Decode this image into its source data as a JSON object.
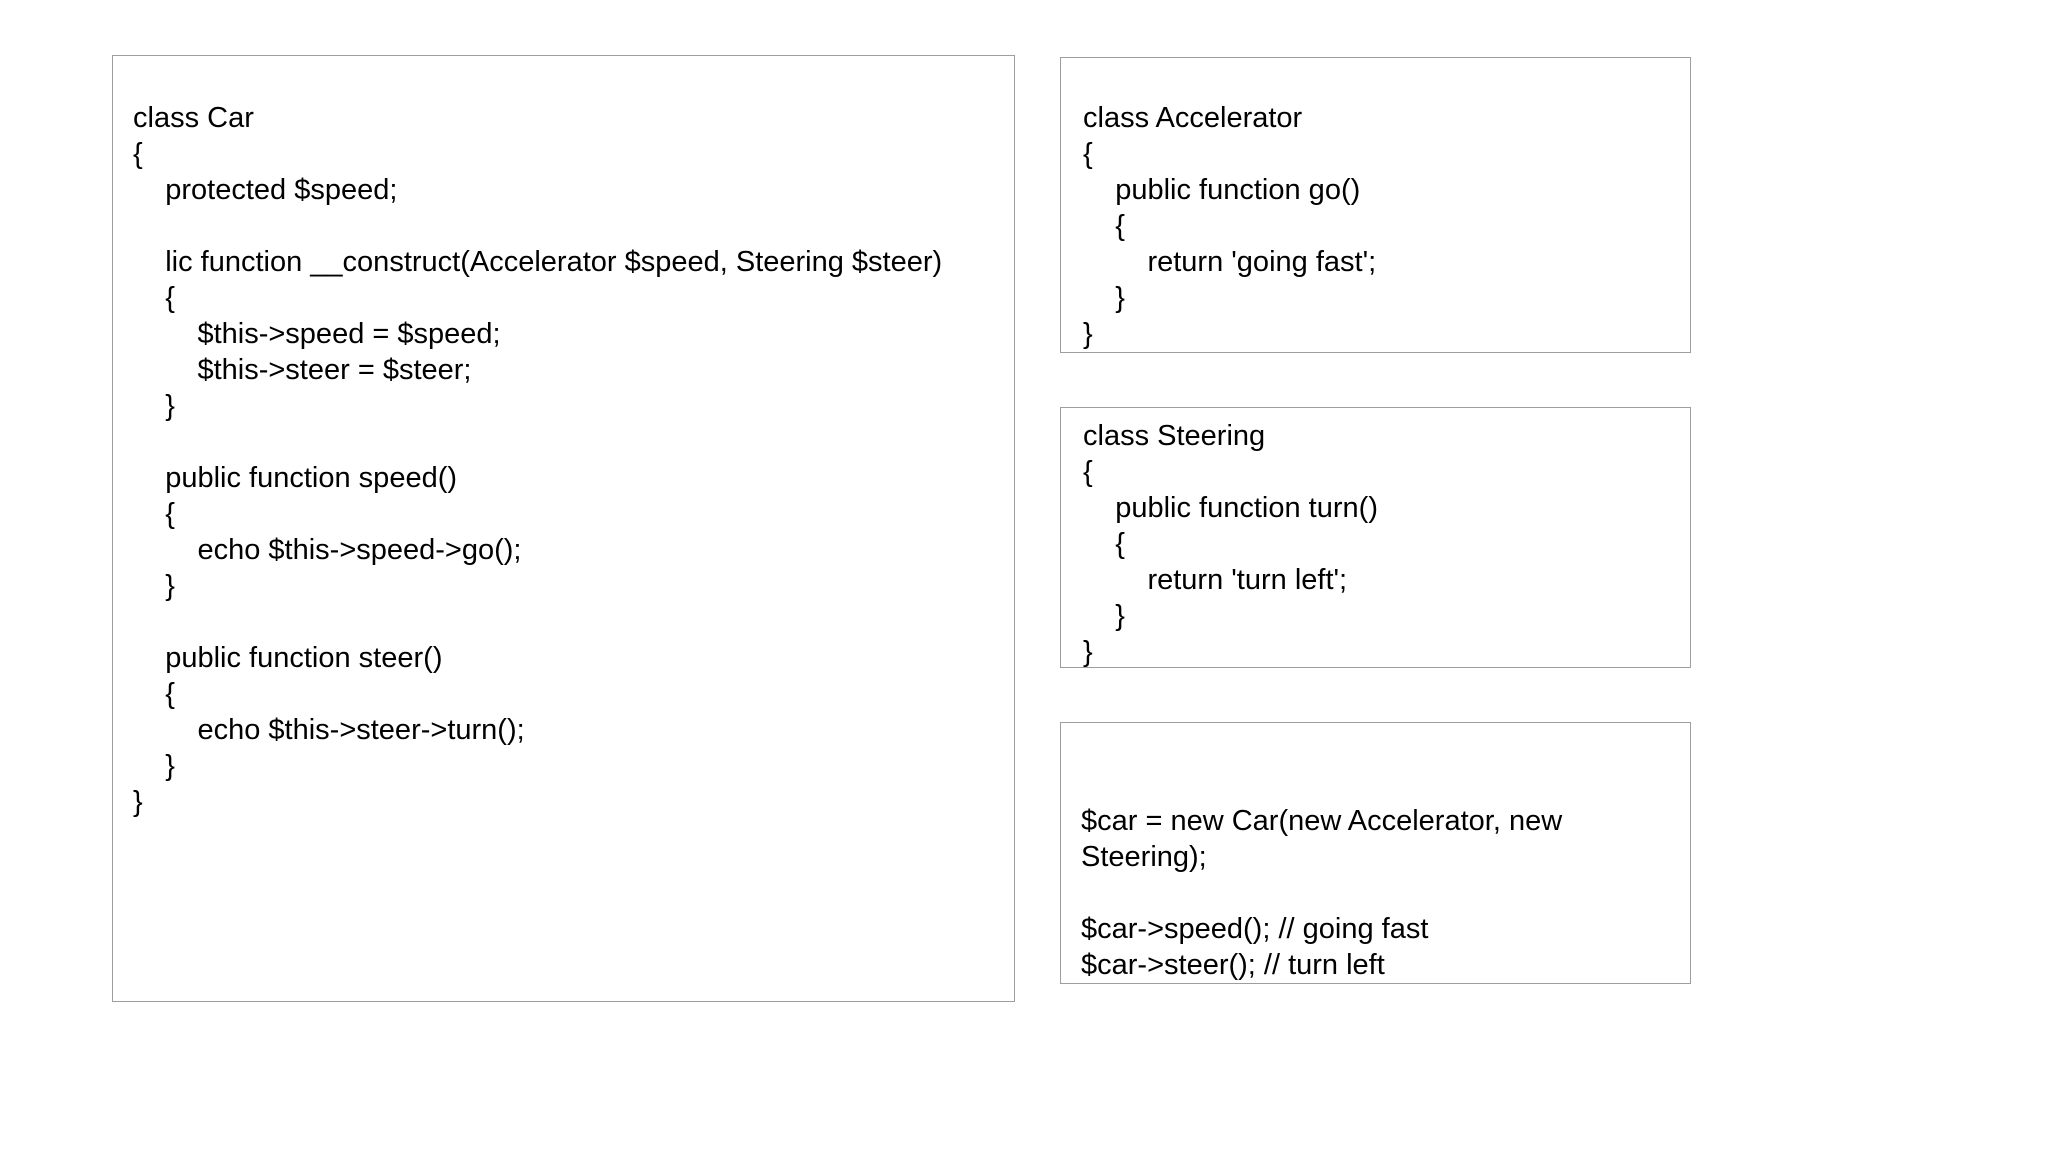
{
  "canvas": {
    "background_color": "#ffffff",
    "box_border_color": "#9e9e9e",
    "text_color": "#000000"
  },
  "boxes": {
    "car": {
      "lines": [
        "class Car",
        "{",
        "    protected $speed;",
        "",
        "    lic function __construct(Accelerator $speed, Steering $steer)",
        "    {",
        "        $this->speed = $speed;",
        "        $this->steer = $steer;",
        "    }",
        "",
        "    public function speed()",
        "    {",
        "        echo $this->speed->go();",
        "    }",
        "",
        "    public function steer()",
        "    {",
        "        echo $this->steer->turn();",
        "    }",
        "}"
      ]
    },
    "accelerator": {
      "lines": [
        "class Accelerator",
        "{",
        "    public function go()",
        "    {",
        "        return 'going fast';",
        "    }",
        "}"
      ]
    },
    "steering": {
      "lines": [
        "class Steering",
        "{",
        "    public function turn()",
        "    {",
        "        return 'turn left';",
        "    }",
        "}"
      ]
    },
    "usage": {
      "lines": [
        "$car = new Car(new Accelerator, new",
        "Steering);",
        "",
        "$car->speed(); // going fast",
        "$car->steer(); // turn left"
      ]
    }
  }
}
